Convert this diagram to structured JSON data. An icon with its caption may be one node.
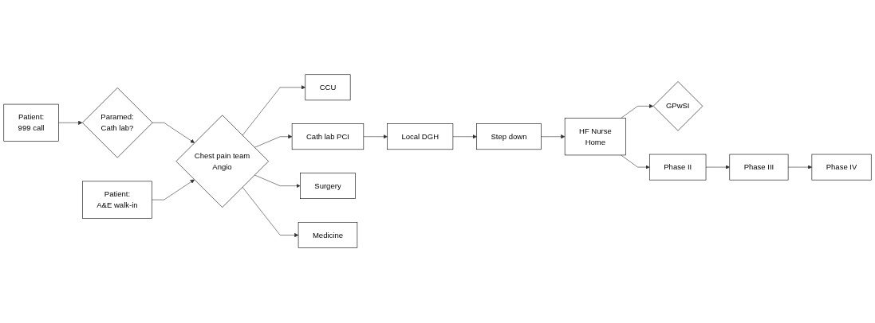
{
  "diagram": {
    "nodes": [
      {
        "text": [
          "Patient:",
          "999 call"
        ]
      },
      {
        "text": [
          "Paramed:",
          "Cath lab?"
        ]
      },
      {
        "text": [
          "Chest pain team",
          "Angio"
        ]
      },
      {
        "text": [
          "Patient:",
          "A&E walk-in"
        ]
      },
      {
        "text": [
          "CCU"
        ]
      },
      {
        "text": [
          "Cath lab PCI"
        ]
      },
      {
        "text": [
          "Surgery"
        ]
      },
      {
        "text": [
          "Medicine"
        ]
      },
      {
        "text": [
          "Local DGH"
        ]
      },
      {
        "text": [
          "Step down"
        ]
      },
      {
        "text": [
          "HF Nurse",
          "Home"
        ]
      },
      {
        "text": [
          "GPwSI"
        ]
      },
      {
        "text": [
          "Phase II"
        ]
      },
      {
        "text": [
          "Phase III"
        ]
      },
      {
        "text": [
          "Phase IV"
        ]
      }
    ],
    "edges": [
      {
        "from": 0,
        "to": 1,
        "arrow": "to"
      },
      {
        "from": 1,
        "to": 2,
        "arrow": "to"
      },
      {
        "from": 3,
        "to": 2,
        "arrow": "to"
      },
      {
        "from": 2,
        "to": 4,
        "arrow": "to"
      },
      {
        "from": 2,
        "to": 5,
        "arrow": "to"
      },
      {
        "from": 2,
        "to": 6,
        "arrow": "to"
      },
      {
        "from": 2,
        "to": 7,
        "arrow": "to"
      },
      {
        "from": 5,
        "to": 8,
        "arrow": "to"
      },
      {
        "from": 8,
        "to": 9,
        "arrow": "to"
      },
      {
        "from": 9,
        "to": 10,
        "arrow": "to"
      },
      {
        "from": 10,
        "to": 11,
        "arrow": "to"
      },
      {
        "from": 10,
        "to": 12,
        "arrow": "to"
      },
      {
        "from": 12,
        "to": 13,
        "arrow": "to"
      },
      {
        "from": 13,
        "to": 14,
        "arrow": "to"
      }
    ]
  }
}
